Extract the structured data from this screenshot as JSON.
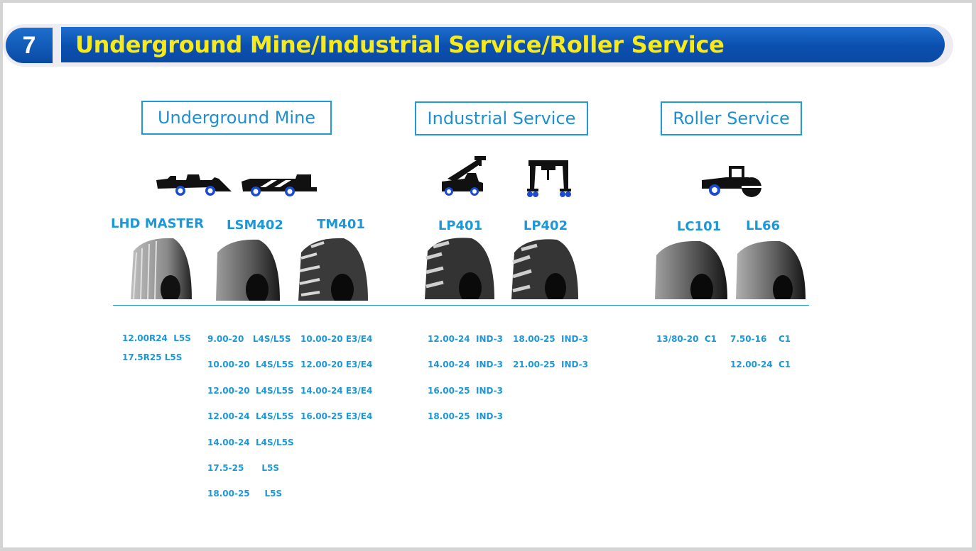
{
  "slide": {
    "number": "7",
    "title": "Underground Mine/Industrial Service/Roller Service"
  },
  "categories": [
    "Underground Mine",
    "Industrial Service",
    "Roller Service"
  ],
  "models": [
    "LHD MASTER",
    "LSM402",
    "TM401",
    "LP401",
    "LP402",
    "LC101",
    "LL66"
  ],
  "sizes": {
    "lhd_master": [
      "12.00R24  L5S",
      "17.5R25 L5S"
    ],
    "lsm402": [
      "9.00-20   L4S/L5S",
      "10.00-20  L4S/L5S",
      "12.00-20  L4S/L5S",
      "12.00-24  L4S/L5S",
      "14.00-24  L4S/L5S",
      "17.5-25      L5S",
      "18.00-25     L5S"
    ],
    "tm401": [
      "10.00-20 E3/E4",
      "12.00-20 E3/E4",
      "14.00-24 E3/E4",
      "16.00-25 E3/E4"
    ],
    "lp401": [
      "12.00-24  IND-3",
      "14.00-24  IND-3",
      "16.00-25  IND-3",
      "18.00-25  IND-3"
    ],
    "lp402": [
      "18.00-25  IND-3",
      "21.00-25  IND-3"
    ],
    "lc101": [
      "13/80-20  C1"
    ],
    "ll66": [
      "7.50-16    C1",
      "12.00-24  C1"
    ]
  },
  "colors": {
    "banner": "#0b4fae",
    "title": "#f6ea1d",
    "accent": "#1c98d8"
  },
  "icons": [
    "lhd-loader-icon",
    "mine-truck-icon",
    "reach-stacker-icon",
    "gantry-crane-icon",
    "road-roller-icon"
  ]
}
